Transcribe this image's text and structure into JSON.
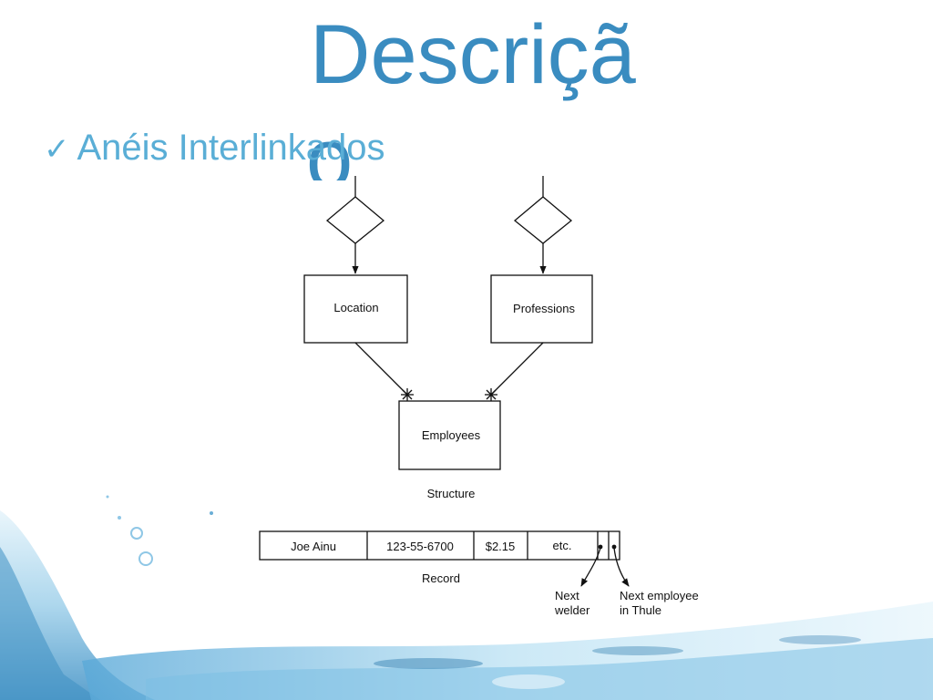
{
  "slide": {
    "title": "Descriçã",
    "title_overflow": "o",
    "bullet": "Anéis Interlinkados",
    "bullet_marker": "✓",
    "title_color": "#3a8cc0",
    "bullet_color": "#5aaed6"
  },
  "diagram": {
    "entities": {
      "location": "Location",
      "professions": "Professions",
      "employees": "Employees"
    },
    "structure_caption": "Structure",
    "record": {
      "fields": [
        "Joe Ainu",
        "123-55-6700",
        "$2.15",
        "etc."
      ],
      "caption": "Record",
      "pointer_labels": {
        "next_welder": [
          "Next",
          "welder"
        ],
        "next_employee": [
          "Next employee",
          "in Thule"
        ]
      }
    }
  },
  "decoration": {
    "water_icon": "water-splash-icon",
    "water_color": "#4fa6d6"
  }
}
